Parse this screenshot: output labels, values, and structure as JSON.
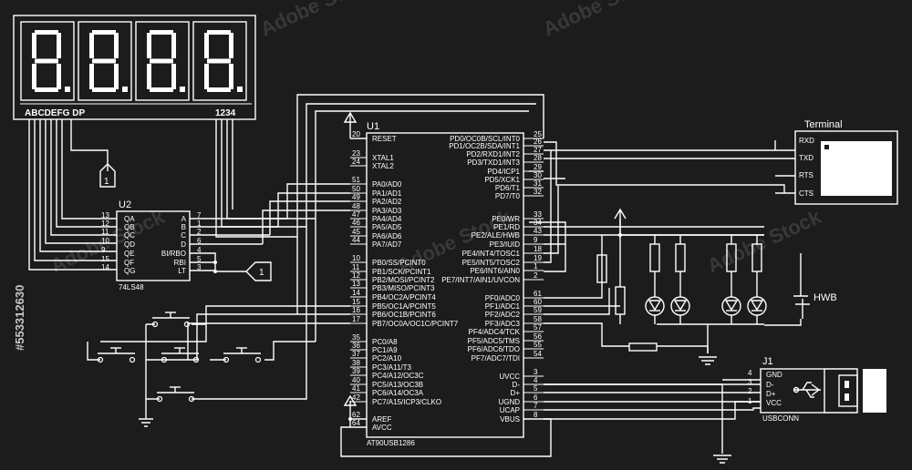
{
  "display": {
    "left_label": "ABCDEFG  DP",
    "right_label": "1234",
    "digits": 4
  },
  "u2": {
    "ref": "U2",
    "part": "74LS48",
    "left_pins": [
      {
        "num": "13",
        "name": "QA"
      },
      {
        "num": "12",
        "name": "QB"
      },
      {
        "num": "11",
        "name": "QC"
      },
      {
        "num": "10",
        "name": "QD"
      },
      {
        "num": "9",
        "name": "QE"
      },
      {
        "num": "15",
        "name": "QF"
      },
      {
        "num": "14",
        "name": "QG"
      }
    ],
    "right_pins": [
      {
        "num": "7",
        "name": "A"
      },
      {
        "num": "1",
        "name": "B"
      },
      {
        "num": "2",
        "name": "C"
      },
      {
        "num": "6",
        "name": "D"
      },
      {
        "num": "4",
        "name": "BI/RBO"
      },
      {
        "num": "5",
        "name": "RBI"
      },
      {
        "num": "3",
        "name": "LT"
      }
    ]
  },
  "u1": {
    "ref": "U1",
    "part": "AT90USB1286",
    "left_pins": [
      {
        "num": "20",
        "name": "RESET"
      },
      {
        "num": "23",
        "name": "XTAL1"
      },
      {
        "num": "24",
        "name": "XTAL2"
      },
      {
        "num": "51",
        "name": "PA0/AD0"
      },
      {
        "num": "50",
        "name": "PA1/AD1"
      },
      {
        "num": "49",
        "name": "PA2/AD2"
      },
      {
        "num": "48",
        "name": "PA3/AD3"
      },
      {
        "num": "47",
        "name": "PA4/AD4"
      },
      {
        "num": "46",
        "name": "PA5/AD5"
      },
      {
        "num": "45",
        "name": "PA6/AD6"
      },
      {
        "num": "44",
        "name": "PA7/AD7"
      },
      {
        "num": "10",
        "name": "PB0/SS/PCINT0"
      },
      {
        "num": "11",
        "name": "PB1/SCK/PCINT1"
      },
      {
        "num": "12",
        "name": "PB2/MOSI/PCINT2"
      },
      {
        "num": "13",
        "name": "PB3/MISO/PCINT3"
      },
      {
        "num": "14",
        "name": "PB4/OC2A/PCINT4"
      },
      {
        "num": "15",
        "name": "PB5/OC1A/PCINT5"
      },
      {
        "num": "16",
        "name": "PB6/OC1B/PCINT6"
      },
      {
        "num": "17",
        "name": "PB7/OC0A/OC1C/PCINT7"
      },
      {
        "num": "35",
        "name": "PC0/A8"
      },
      {
        "num": "36",
        "name": "PC1/A9"
      },
      {
        "num": "37",
        "name": "PC2/A10"
      },
      {
        "num": "38",
        "name": "PC3/A11/T3"
      },
      {
        "num": "39",
        "name": "PC4/A12/OC3C"
      },
      {
        "num": "40",
        "name": "PC5/A13/OC3B"
      },
      {
        "num": "41",
        "name": "PC6/A14/OC3A"
      },
      {
        "num": "42",
        "name": "PC7/A15/ICP3/CLKO"
      },
      {
        "num": "62",
        "name": "AREF"
      },
      {
        "num": "64",
        "name": "AVCC"
      }
    ],
    "right_pins": [
      {
        "num": "25",
        "name": "PD0/OC0B/SCL/INT0"
      },
      {
        "num": "26",
        "name": "PD1/OC2B/SDA/INT1"
      },
      {
        "num": "27",
        "name": "PD2/RXD1/INT2"
      },
      {
        "num": "28",
        "name": "PD3/TXD1/INT3"
      },
      {
        "num": "29",
        "name": "PD4/ICP1"
      },
      {
        "num": "30",
        "name": "PD5/XCK1"
      },
      {
        "num": "31",
        "name": "PD6/T1"
      },
      {
        "num": "32",
        "name": "PD7/T0"
      },
      {
        "num": "33",
        "name": "PE0/WR"
      },
      {
        "num": "34",
        "name": "PE1/RD"
      },
      {
        "num": "43",
        "name": "PE2/ALE/HWB"
      },
      {
        "num": "9",
        "name": "PE3/IUID"
      },
      {
        "num": "18",
        "name": "PE4/INT4/TOSC1"
      },
      {
        "num": "19",
        "name": "PE5/INT5/TOSC2"
      },
      {
        "num": "1",
        "name": "PE6/INT6/AIN0"
      },
      {
        "num": "2",
        "name": "PE7/INT7/AIN1/UVCON"
      },
      {
        "num": "61",
        "name": "PF0/ADC0"
      },
      {
        "num": "60",
        "name": "PF1/ADC1"
      },
      {
        "num": "59",
        "name": "PF2/ADC2"
      },
      {
        "num": "58",
        "name": "PF3/ADC3"
      },
      {
        "num": "57",
        "name": "PF4/ADC4/TCK"
      },
      {
        "num": "56",
        "name": "PF5/ADC5/TMS"
      },
      {
        "num": "55",
        "name": "PF6/ADC6/TDO"
      },
      {
        "num": "54",
        "name": "PF7/ADC7/TDI"
      },
      {
        "num": "3",
        "name": "UVCC"
      },
      {
        "num": "4",
        "name": "D-"
      },
      {
        "num": "5",
        "name": "D+"
      },
      {
        "num": "6",
        "name": "UGND"
      },
      {
        "num": "7",
        "name": "UCAP"
      },
      {
        "num": "8",
        "name": "VBUS"
      }
    ]
  },
  "terminal": {
    "title": "Terminal",
    "pins": [
      "RXD",
      "TXD",
      "RTS",
      "CTS"
    ]
  },
  "hwb": {
    "label": "HWB"
  },
  "j1": {
    "ref": "J1",
    "part": "USBCONN",
    "pins": [
      {
        "num": "4",
        "name": "GND"
      },
      {
        "num": "3",
        "name": "D-"
      },
      {
        "num": "2",
        "name": "D+"
      },
      {
        "num": "1",
        "name": "VCC"
      }
    ]
  },
  "net_label": "1",
  "watermark": {
    "brand": "Adobe Stock",
    "id": "#553312630"
  },
  "colors": {
    "background": "#1c1c1c",
    "foreground": "#ffffff"
  }
}
